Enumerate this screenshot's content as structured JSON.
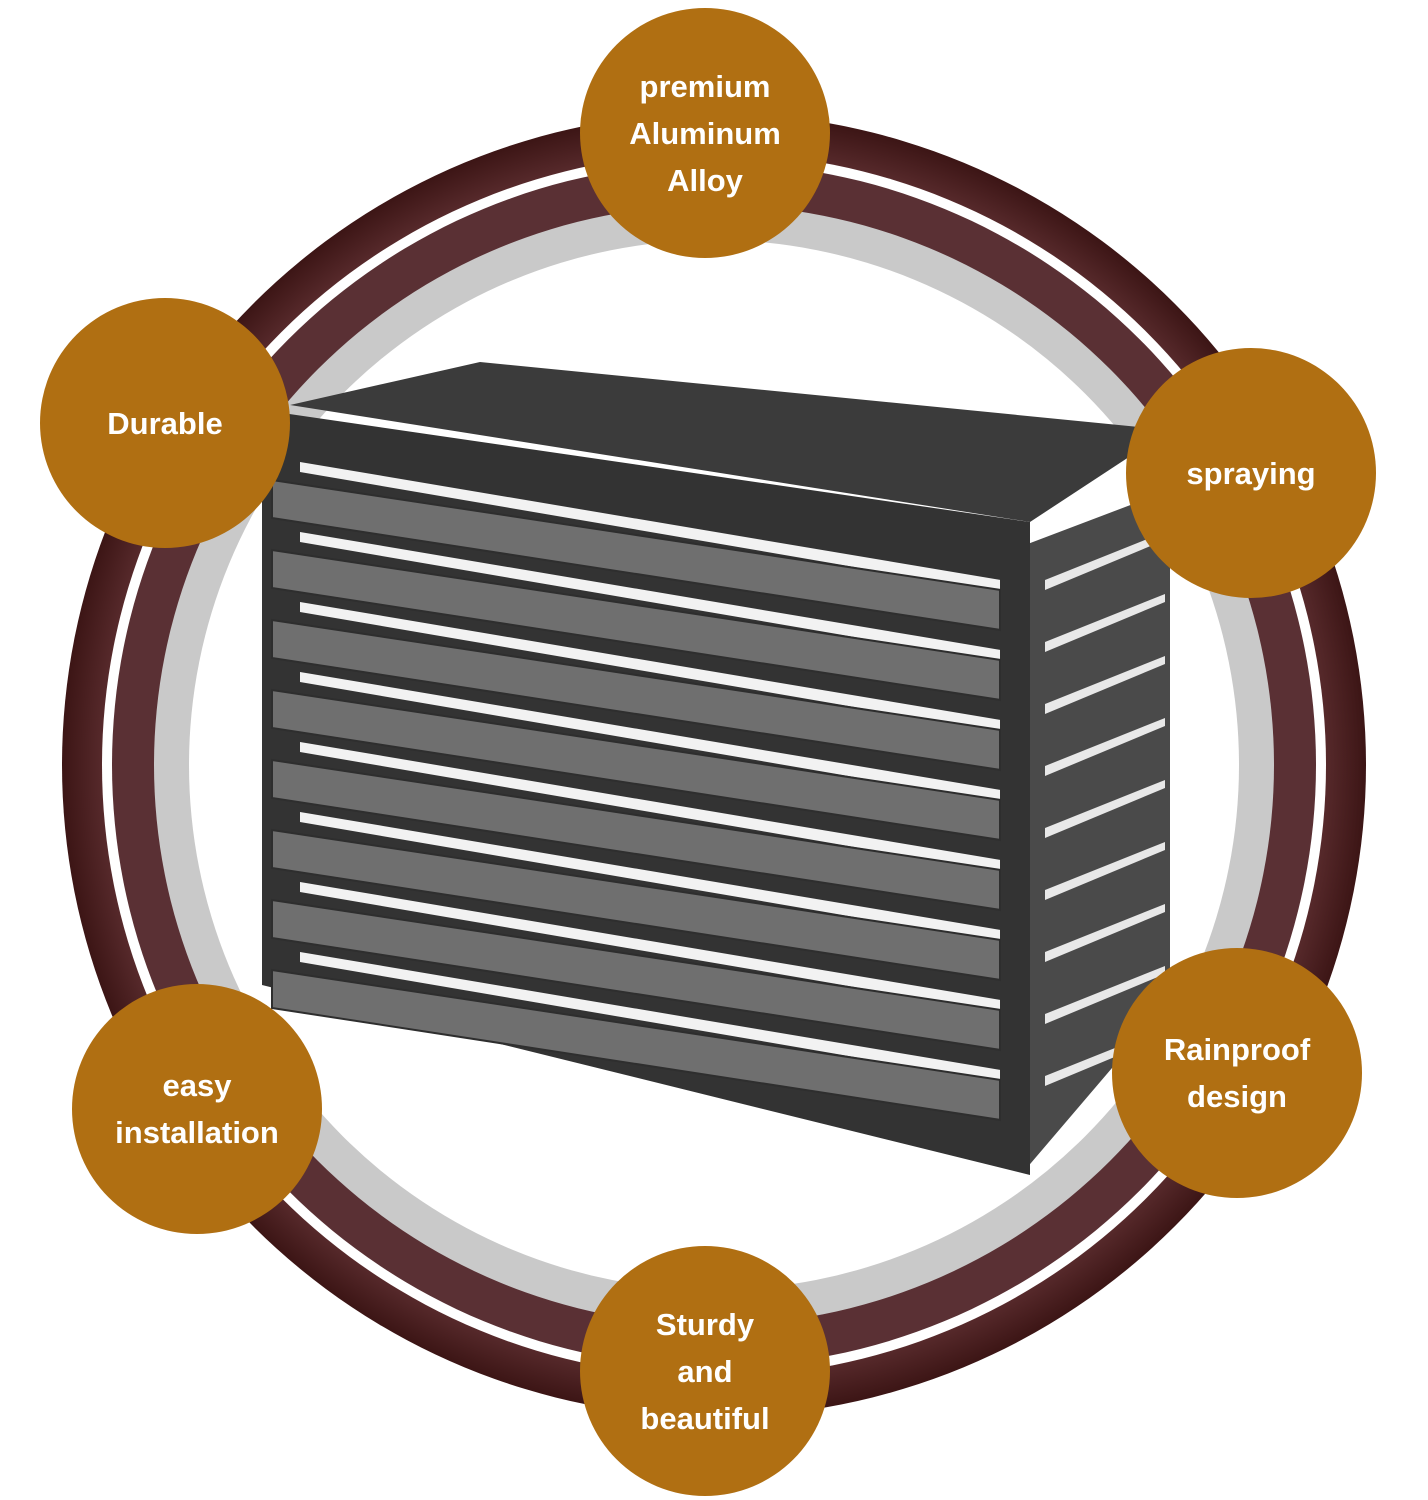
{
  "features": {
    "premium": "premium\nAluminum\nAlloy",
    "durable": "Durable",
    "spraying": "spraying",
    "easy": "easy\ninstallation",
    "rainproof": "Rainproof\ndesign",
    "sturdy": "Sturdy\nand\nbeautiful"
  },
  "colors": {
    "badge": "#b06f12",
    "ring_dark": "#4a1a1a",
    "ring_light": "#c9c9c9",
    "product": "#3a3a3a"
  }
}
